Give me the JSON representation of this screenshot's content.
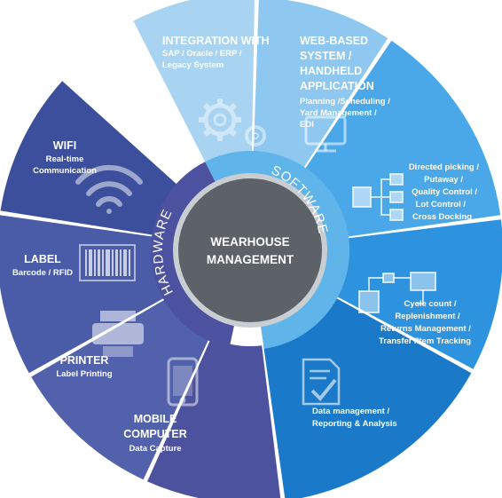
{
  "center": {
    "line1": "WEARHOUSE",
    "line2": "MANAGEMENT"
  },
  "ring_labels": {
    "software": "SOFTWARE",
    "hardware": "HARDWARE"
  },
  "segments": {
    "integration": {
      "title": "INTEGRATION WITH",
      "sub1": "SAP / Oracle / ERP /",
      "sub2": "Legacy System"
    },
    "web_based": {
      "title1": "WEB-BASED",
      "title2": "SYSTEM /",
      "title3": "HANDHELD",
      "title4": "APPLICATION",
      "sub1": "Planning /Scheduling /",
      "sub2": "Yard Management /",
      "sub3": "EDI"
    },
    "directed": {
      "l1": "Directed picking /",
      "l2": "Putaway /",
      "l3": "Quality Control /",
      "l4": "Lot Control /",
      "l5": "Cross Docking"
    },
    "cycle": {
      "l1": "Cycle count /",
      "l2": "Replenishment /",
      "l3": "Returns Management /",
      "l4": "Transfer /Item Tracking"
    },
    "data_mgmt": {
      "l1": "Data management /",
      "l2": "Reporting & Analysis"
    },
    "mobile": {
      "title1": "MOBILE",
      "title2": "COMPUTER",
      "sub": "Data Capture"
    },
    "printer": {
      "title": "PRINTER",
      "sub": "Label Printing"
    },
    "label": {
      "title": "LABEL",
      "sub": "Barcode / RFID"
    },
    "wifi": {
      "title": "WIFI",
      "sub1": "Real-time",
      "sub2": "Communication"
    }
  },
  "colors": {
    "integration": "#a9d4f1",
    "web_based": "#8ec7ef",
    "directed": "#4ba8e8",
    "cycle": "#2e93df",
    "data_mgmt": "#1a79c9",
    "mobile": "#4d529f",
    "printer": "#5261ac",
    "label": "#4a5ca8",
    "wifi": "#3b4f9c",
    "software_ring": "#5fb4ea",
    "hardware_ring": "#4c529f",
    "center": "#5c6268"
  },
  "icons": [
    "gear-icon",
    "tablet-monitor-icon",
    "flowchart-icon",
    "network-icon",
    "checklist-document-icon",
    "smartphone-icon",
    "printer-icon",
    "barcode-label-icon",
    "wifi-icon"
  ]
}
